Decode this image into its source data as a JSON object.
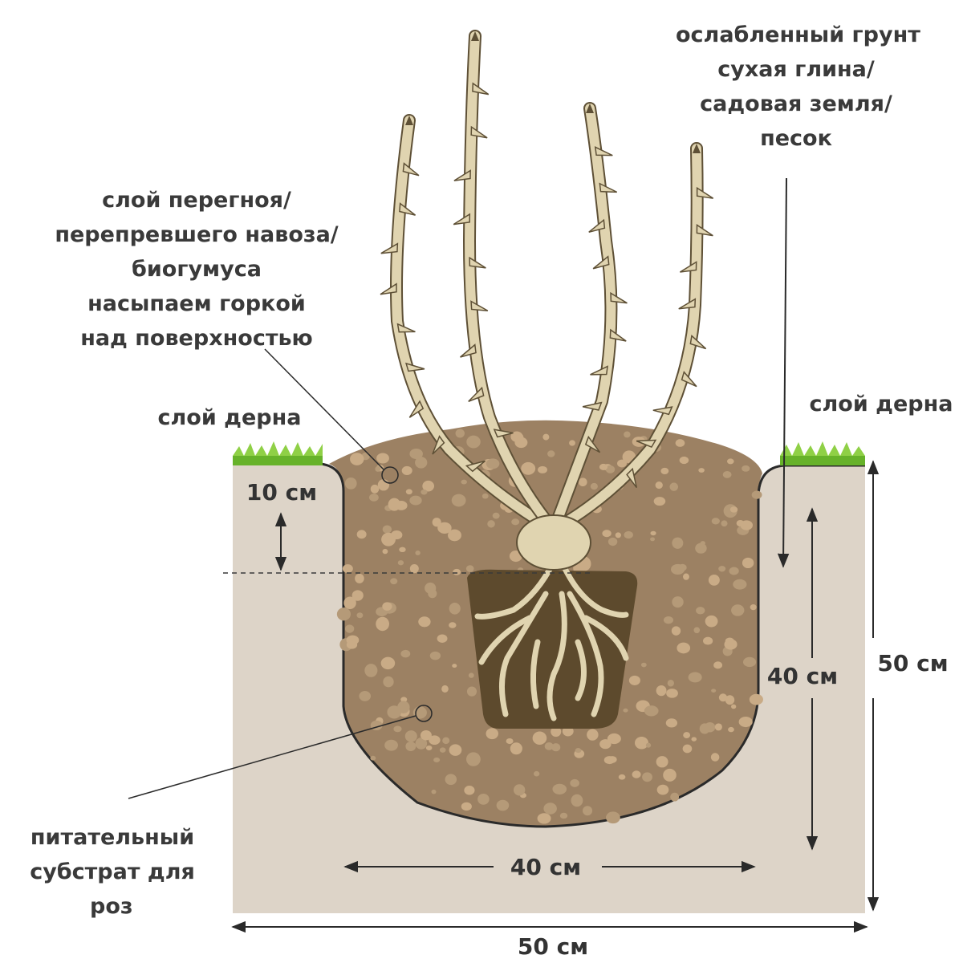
{
  "labels": {
    "loosened_soil": [
      "ослабленный грунт",
      "сухая глина/",
      "садовая земля/",
      "песок"
    ],
    "humus_layer": [
      "слой перегноя/",
      "перепревшего навоза/",
      "биогумуса",
      "насыпаем горкой",
      "над поверхностью"
    ],
    "turf_left": "слой дерна",
    "turf_right": "слой дерна",
    "substrate": [
      "питательный",
      "субстрат для",
      "роз"
    ]
  },
  "dimensions": {
    "depth_top": "10 см",
    "pit_depth": "40 см",
    "total_depth": "50 см",
    "pit_width": "40 см",
    "total_width": "50 см"
  },
  "colors": {
    "ground": "#ddd4c8",
    "soil": "#9c8163",
    "pebbles": "#c9ab86",
    "root_ball": "#5d4a2d",
    "stem": "#e0d4b0",
    "grass": "#67b22a"
  }
}
